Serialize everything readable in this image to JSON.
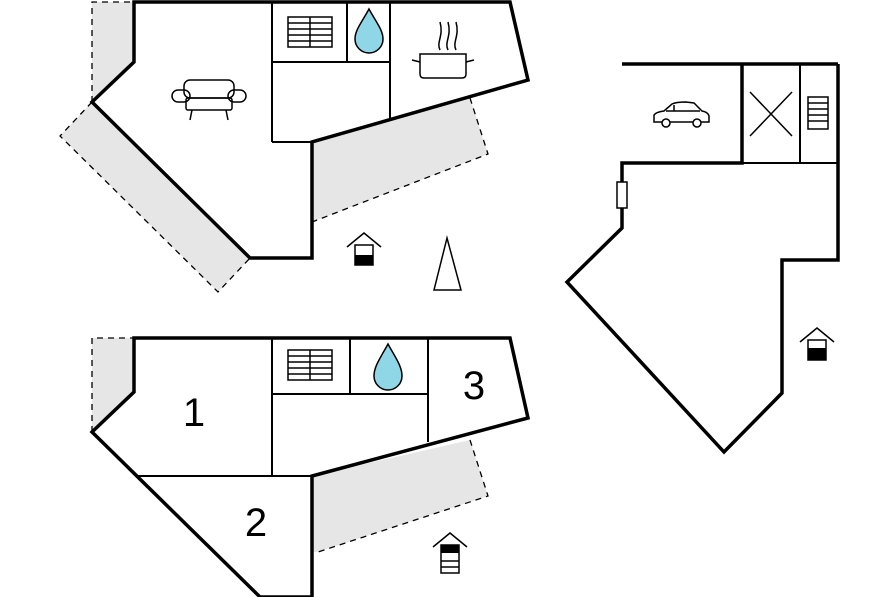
{
  "plan": {
    "rooms": [
      {
        "label": "1"
      },
      {
        "label": "2"
      },
      {
        "label": "3"
      }
    ],
    "colors": {
      "wall": "#000000",
      "terrace": "#e6e6e6",
      "water": "#8fd6e6",
      "background": "#ffffff"
    },
    "icons": [
      "sofa-icon",
      "bathroom-radiator-icon",
      "water-drop-icon",
      "cooking-pot-icon",
      "car-icon",
      "entrance-icon",
      "north-arrow-icon",
      "staircase-icon",
      "void-cross-icon",
      "door-icon"
    ]
  }
}
